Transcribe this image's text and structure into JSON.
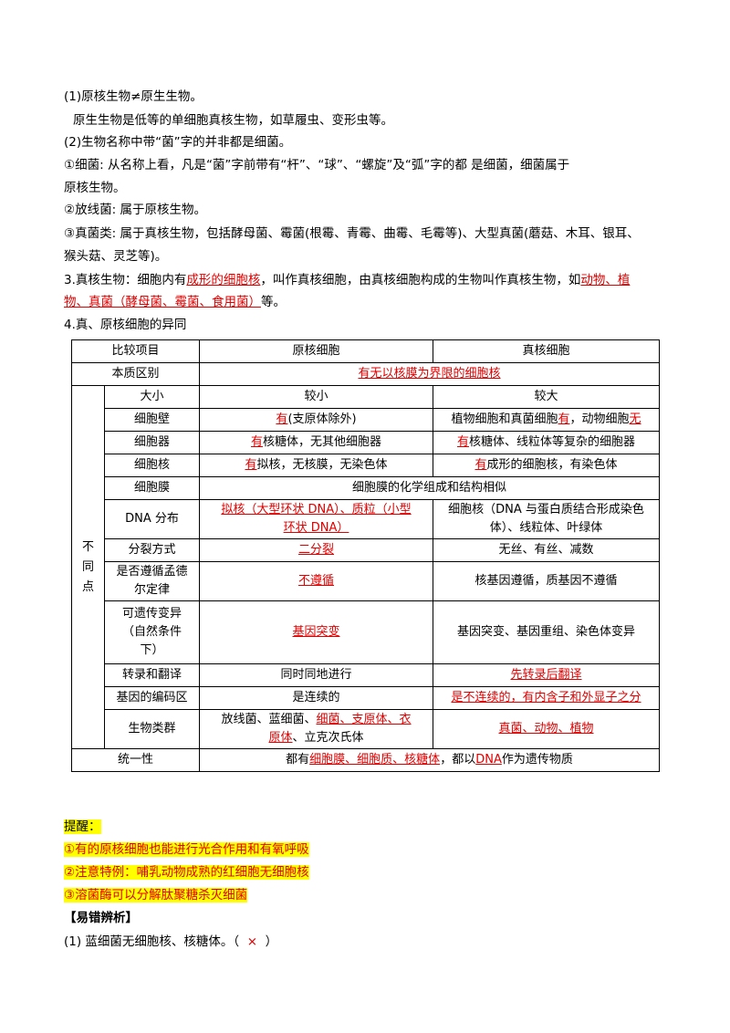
{
  "intro": {
    "p1": "(1)原核生物≠原生生物。",
    "p2": "原生生物是低等的单细胞真核生物，如草履虫、变形虫等。",
    "p3": "(2)生物名称中带“菌”字的并非都是细菌。",
    "p4a": "①细菌: 从名称上看，凡是“菌”字前带有“杆”、“球”、“螺旋”及“弧”字的都 是细菌，细菌属于",
    "p4b": "原核生物。",
    "p5": "②放线菌: 属于原核生物。",
    "p6a": "③真菌类: 属于真核生物，包括酵母菌、霉菌(根霉、青霉、曲霉、毛霉等)、大型真菌(蘑菇、木耳、银耳、",
    "p6b": "猴头菇、灵芝等)。"
  },
  "s3": {
    "a": "3.真核生物：细胞内有",
    "r1": "成形的细胞核",
    "b": "，叫作真核细胞，由真核细胞构成的生物叫作真核生物，如",
    "r2": "动物、植",
    "r3": "物、真菌（酵母菌、霉菌、食用菌）",
    "c": "等。"
  },
  "s4_title": "4.真、原核细胞的异同",
  "table": {
    "h_item": "比较项目",
    "h_pro": "原核细胞",
    "h_eu": "真核细胞",
    "essence_label": "本质区别",
    "essence_val": "有无以核膜为界限的细胞核",
    "group_label": "不同点",
    "size": {
      "label": "大小",
      "pro": "较小",
      "eu": "较大"
    },
    "wall": {
      "label": "细胞壁",
      "pro_r": "有",
      "pro_t": "(支原体除外)",
      "eu_t1": "植物细胞和真菌细胞",
      "eu_r1": "有",
      "eu_t2": "，动物细胞",
      "eu_r2": "无"
    },
    "organelle": {
      "label": "细胞器",
      "pro_r": "有",
      "pro_t": "核糖体，无其他细胞器",
      "eu_r": "有",
      "eu_t": "核糖体、线粒体等复杂的细胞器"
    },
    "nucleus": {
      "label": "细胞核",
      "pro_r": "有",
      "pro_t": "拟核，无核膜，无染色体",
      "eu_r": "有",
      "eu_t": "成形的细胞核，有染色体"
    },
    "membrane": {
      "label": "细胞膜",
      "val": "细胞膜的化学组成和结构相似"
    },
    "dna": {
      "label": "DNA 分布",
      "pro_r1": "拟核（大型环状 DNA）、质粒（小型",
      "pro_r2": "环状 DNA）",
      "eu_1": "细胞核（DNA 与蛋白质结合形成染色",
      "eu_2": "体）、线粒体、叶绿体"
    },
    "division": {
      "label": "分裂方式",
      "pro": "二分裂",
      "eu": "无丝、有丝、减数"
    },
    "mendel": {
      "label1": "是否遵循孟德",
      "label2": "尔定律",
      "pro": "不遵循",
      "eu": "核基因遵循，质基因不遵循"
    },
    "variation": {
      "label1": "可遗传变异",
      "label2": "（自然条件",
      "label3": "下）",
      "pro": "基因突变",
      "eu": "基因突变、基因重组、染色体变异"
    },
    "transcription": {
      "label": "转录和翻译",
      "pro": "同时同地进行",
      "eu": "先转录后翻译"
    },
    "coding": {
      "label": "基因的编码区",
      "pro": "是连续的",
      "eu": "是不连续的，有内含子和外显子之分"
    },
    "group": {
      "label": "生物类群",
      "pro_t1": "放线菌、蓝细菌、",
      "pro_r1": "细菌、支原体、衣",
      "pro_r2": "原体",
      "pro_t2": "、立克次氏体",
      "eu": "真菌、动物、植物"
    },
    "unity": {
      "label": "统一性",
      "t1": "都有",
      "r1": "细胞膜、细胞质、核糖体",
      "t2": "，都以",
      "r2": "DNA",
      "t3": "作为遗传物质"
    }
  },
  "tips": {
    "title": "提醒：",
    "t1": "①有的原核细胞也能进行光合作用和有氧呼吸",
    "t2": "②注意特例：哺乳动物成熟的红细胞无细胞核",
    "t3": "③溶菌酶可以分解肽聚糖杀灭细菌"
  },
  "err": {
    "title": "【易错辨析】",
    "q1": "(1) 蓝细菌无细胞核、核糖体。（",
    "mark": "×",
    "q1_end": "）"
  },
  "colors": {
    "red": "#e00000",
    "highlight": "#ffff00"
  }
}
